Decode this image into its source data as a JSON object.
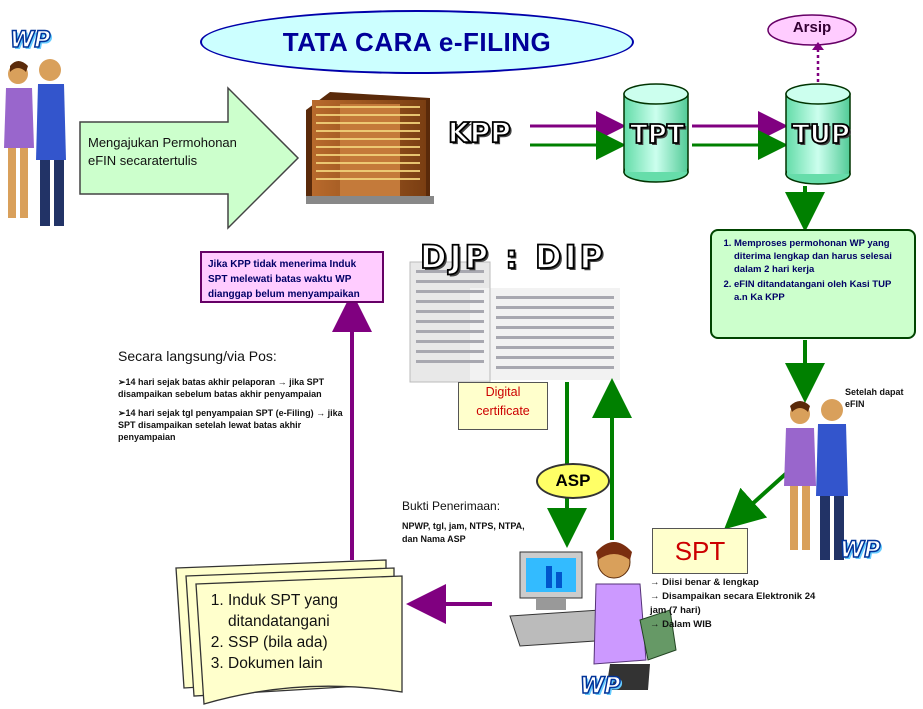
{
  "title": "TATA CARA e-FILING",
  "arsip": "Arsip",
  "wp_label": "WP",
  "kpp_label": "KPP",
  "tpt_label": "TPT",
  "tup_label": "TUP",
  "djp_label": "DJP : DIP",
  "asp_label": "ASP",
  "spt_label": "SPT",
  "arrow_text": {
    "line1": "Mengajukan Permohonan",
    "line2": "eFIN secaratertulis"
  },
  "pink_note": "Jika KPP tidak menerima Induk SPT melewati batas waktu WP dianggap belum menyampaikan",
  "green_box": {
    "item1": "Memproses permohonan WP yang diterima lengkap dan harus selesai dalam 2 hari kerja",
    "item2": "eFIN ditandatangani oleh Kasi TUP a.n Ka KPP"
  },
  "setelah_note": "Setelah dapat eFIN",
  "direct_section": {
    "title": "Secara langsung/via Pos:",
    "note1": "➢14 hari sejak batas akhir pelaporan → jika SPT disampaikan sebelum batas akhir penyampaian",
    "note2": "➢14 hari sejak tgl penyampaian SPT (e-Filing) → jika SPT disampaikan setelah lewat batas akhir penyampaian"
  },
  "digital_cert": {
    "line1": "Digital",
    "line2": "certificate"
  },
  "bukti": {
    "title": "Bukti Penerimaan:",
    "text": "NPWP, tgl, jam, NTPS, NTPA, dan Nama ASP"
  },
  "user_notes": {
    "n1": "→ Diisi benar & lengkap",
    "n2": "→ Disampaikan secara Elektronik 24 jam (7 hari)",
    "n3": "→ Dalam WIB"
  },
  "doc_list": {
    "item1a": "Induk SPT yang",
    "item1b": "ditandatangani",
    "item2": "SSP (bila ada)",
    "item3": "Dokumen lain"
  },
  "colors": {
    "purple_arrow": "#800080",
    "green_arrow": "#008000",
    "cylinder": "#99ffcc",
    "title_fill": "#ccffff"
  }
}
